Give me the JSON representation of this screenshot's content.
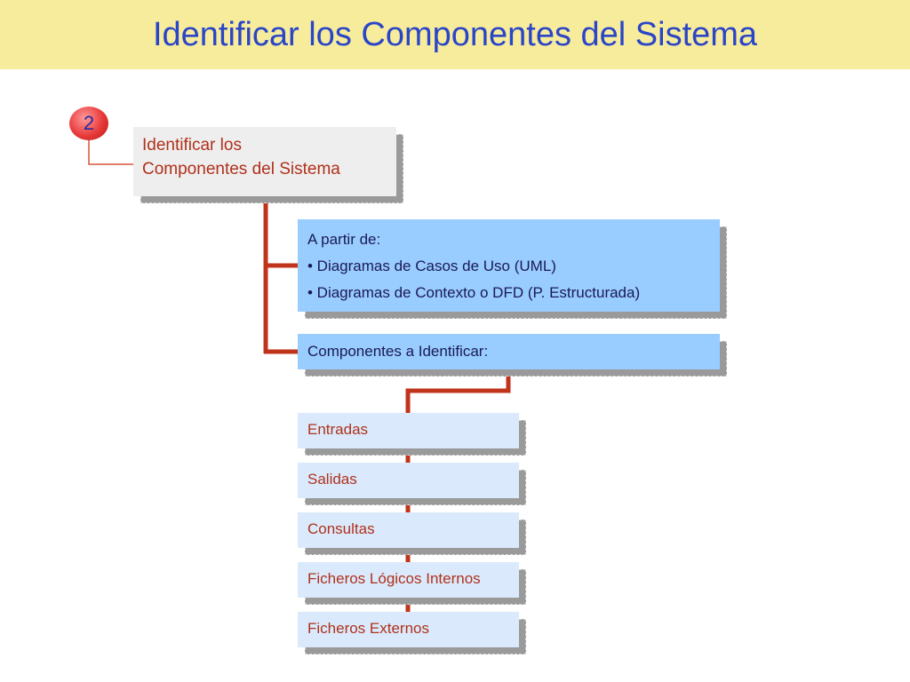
{
  "title": "Identificar los Componentes del Sistema",
  "step_number": "2",
  "main_box": {
    "line1": "Identificar los",
    "line2": "Componentes del Sistema"
  },
  "info_box": {
    "heading": "A partir de:",
    "bullets": [
      "• Diagramas de Casos de Uso (UML)",
      "• Diagramas de Contexto o DFD (P. Estructurada)"
    ]
  },
  "components_header": "Componentes a Identificar:",
  "components": [
    "Entradas",
    "Salidas",
    "Consultas",
    "Ficheros Lógicos Internos",
    "Ficheros Externos"
  ],
  "colors": {
    "title_bar": "#f7ec9b",
    "title_text": "#2a45c8",
    "connector": "#c0341c",
    "info_fill": "#99ccff",
    "item_fill": "#daeafc",
    "main_fill": "#eeeeee"
  }
}
